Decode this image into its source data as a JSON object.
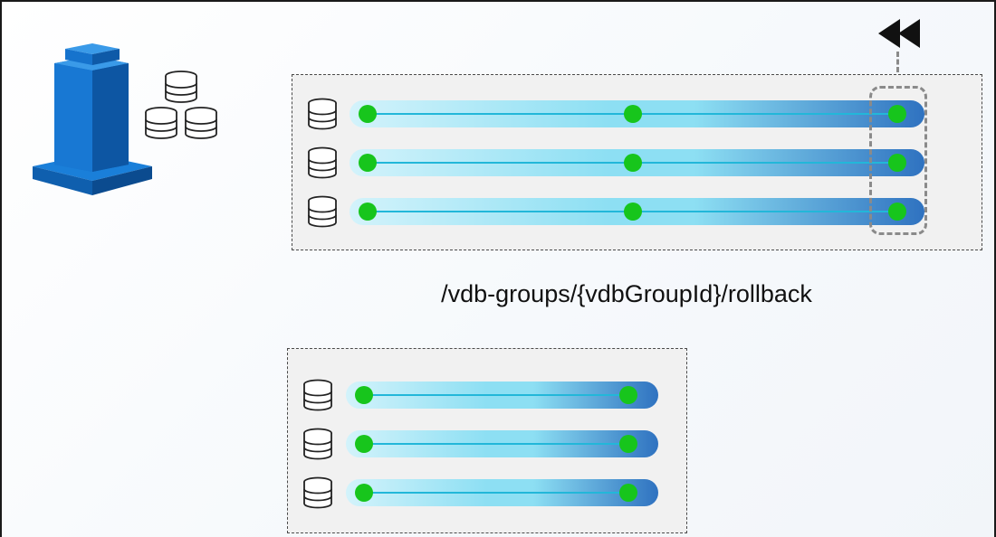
{
  "caption": "/vdb-groups/{vdbGroupId}/rollback",
  "colors": {
    "snapshot_dot": "#17c51c",
    "timeline_start": "#d3f3fb",
    "timeline_mid": "#8ddff3",
    "timeline_end": "#2f72c0",
    "timeline_line": "#22b7d9",
    "building_front": "#1470c8",
    "building_side": "#0d4f9a",
    "panel_bg": "#f1f1f1"
  },
  "icons": {
    "source": "office-building-icon",
    "source_dbs": "database-stack-icon",
    "rollback": "rewind-icon",
    "vdb": "database-icon"
  },
  "top_group": {
    "rows": [
      {
        "snapshot_count": 3
      },
      {
        "snapshot_count": 3
      },
      {
        "snapshot_count": 3
      }
    ],
    "rollback_target": "latest-snapshot"
  },
  "bottom_group": {
    "rows": [
      {
        "snapshot_count": 2
      },
      {
        "snapshot_count": 2
      },
      {
        "snapshot_count": 2
      }
    ]
  }
}
